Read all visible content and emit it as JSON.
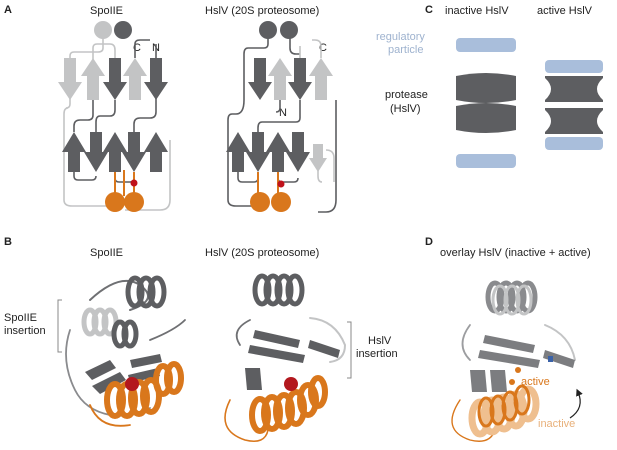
{
  "panel_a": {
    "letter": "A",
    "left_title": "SpoIIE",
    "right_title": "HslV (20S proteosome)",
    "labels": {
      "c1": "C",
      "n1": "N",
      "c2": "C",
      "n2": "N"
    }
  },
  "panel_b": {
    "letter": "B",
    "left_title": "SpoIIE",
    "right_title": "HslV (20S proteosome)",
    "insertion_left_1": "SpoIIE",
    "insertion_left_2": "insertion",
    "insertion_right_1": "HslV",
    "insertion_right_2": "insertion"
  },
  "panel_c": {
    "letter": "C",
    "col_inactive": "inactive HslV",
    "col_active": "active HslV",
    "reg_1": "regulatory",
    "reg_2": "particle",
    "prot_1": "protease",
    "prot_2": "(HslV)"
  },
  "panel_d": {
    "letter": "D",
    "title": "overlay HslV (inactive + active)",
    "active": "active",
    "inactive": "inactive"
  },
  "colors": {
    "dark_gray": "#5d5e61",
    "light_gray": "#c3c4c5",
    "orange": "#d9771c",
    "light_blue": "#a9bedb",
    "tan": "#efbf8f"
  }
}
